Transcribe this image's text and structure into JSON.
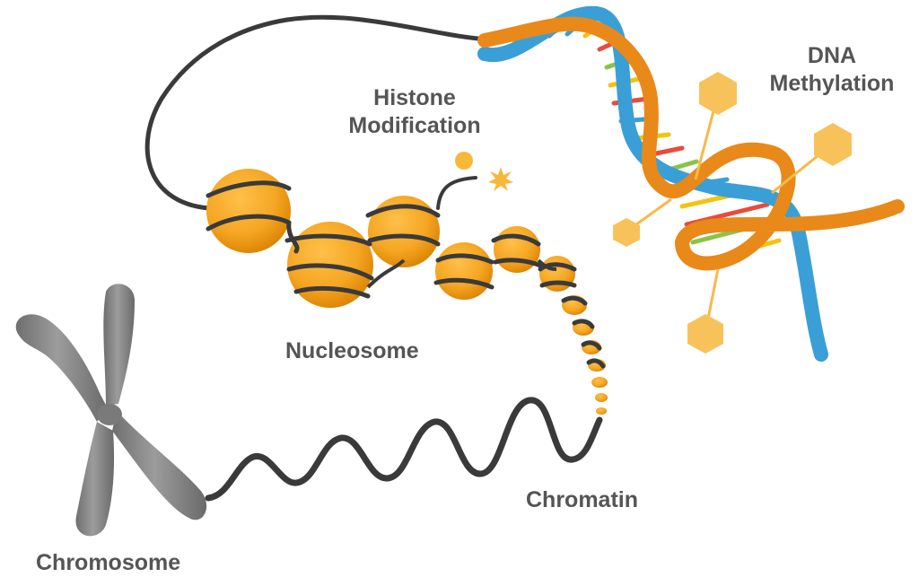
{
  "labels": {
    "histone_line1": "Histone",
    "histone_line2": "Modification",
    "dna_line1": "DNA",
    "dna_line2": "Methylation",
    "nucleosome": "Nucleosome",
    "chromatin": "Chromatin",
    "chromosome": "Chromosome"
  },
  "icons": [
    "chromosome-icon",
    "chromatin-strand",
    "nucleosome-icon",
    "histone-tail-icon",
    "dna-helix-icon",
    "methyl-group-icon"
  ],
  "colors": {
    "text": "#555555",
    "strand": "#3a3a3a",
    "histone": "#f5a623",
    "histone_dark": "#e08a00",
    "chromosome": "#8a8a8a",
    "dna_orange": "#e8891a",
    "dna_blue": "#3a9fd6",
    "methyl": "#f8c25a"
  }
}
